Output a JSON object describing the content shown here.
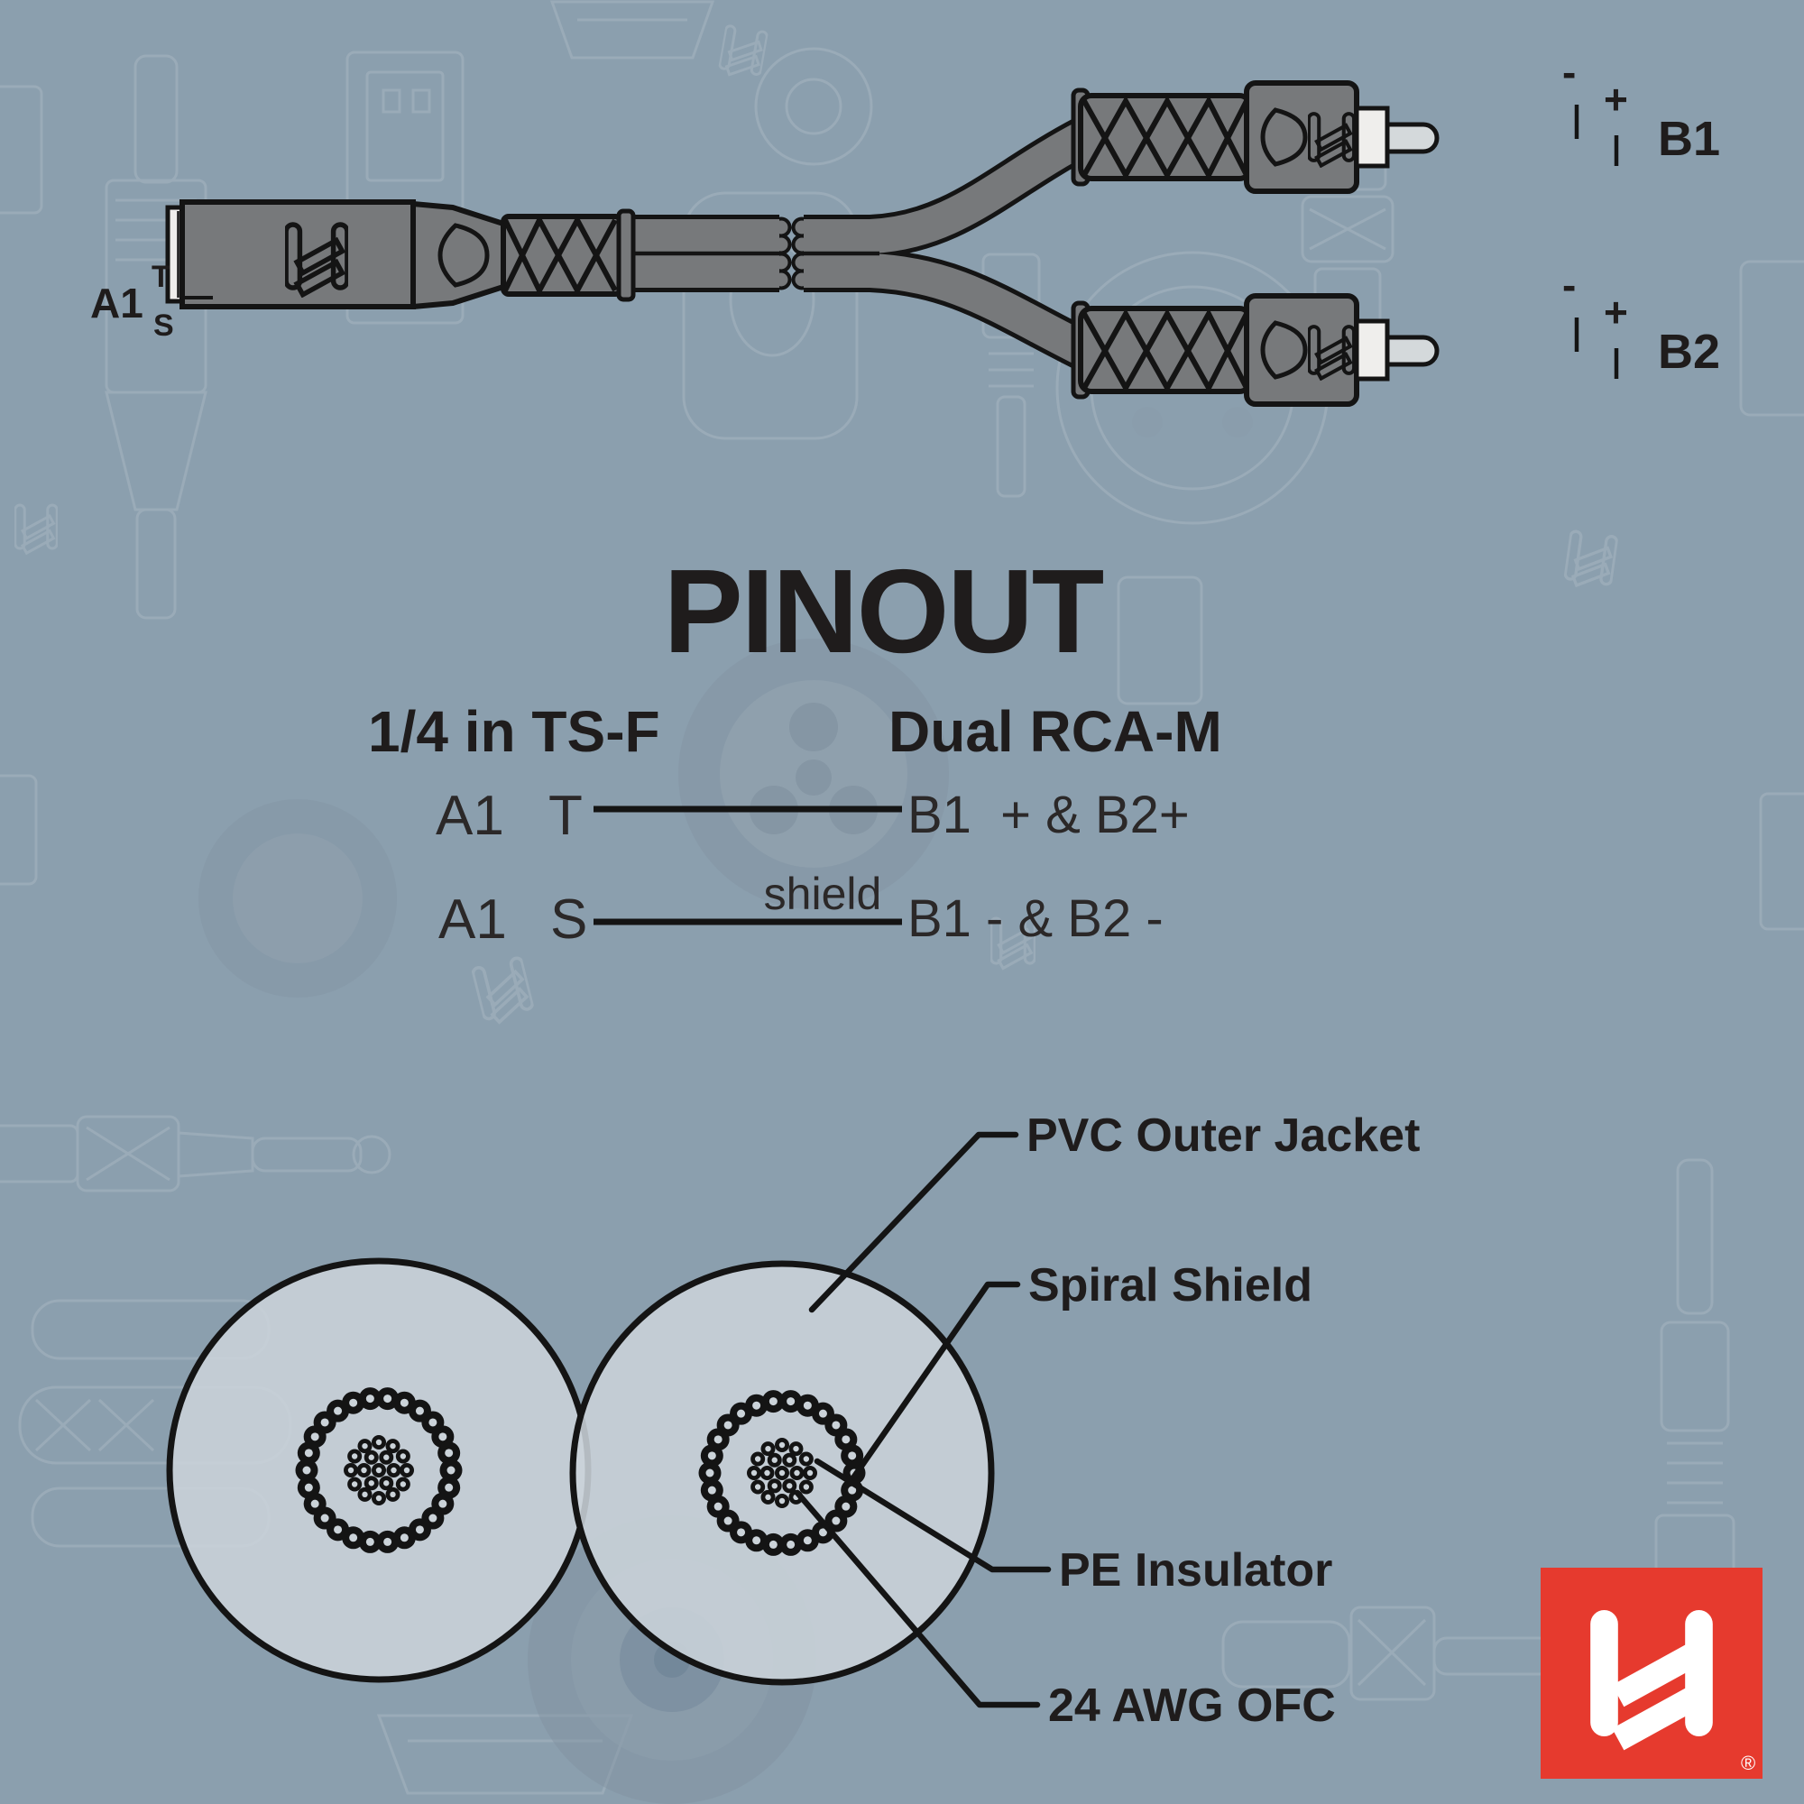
{
  "colors": {
    "background": "#8b9fae",
    "ink": "#141414",
    "text_dark": "#1f1c1c",
    "metal_gray": "#77797b",
    "circle_fill": "#cbd3d9",
    "collar_white": "#efeeec",
    "pin_gray": "#d4d9db",
    "brand_red": "#e63a2e",
    "art_line": "#a9b8c2"
  },
  "cable": {
    "a_label": "A1",
    "a_tip": "T",
    "a_sleeve": "S",
    "b1_label": "B1",
    "b2_label": "B2",
    "minus": "-",
    "plus": "+"
  },
  "pinout": {
    "title": "PINOUT",
    "left_header": "1/4 in TS-F",
    "right_header": "Dual RCA-M",
    "rows": [
      {
        "id": "A1",
        "pin": "T",
        "wire": "",
        "right": "B1  + & B2+"
      },
      {
        "id": "A1",
        "pin": "S",
        "wire": "shield",
        "right": "B1 - & B2 -"
      }
    ]
  },
  "cross_section": {
    "pvc_label": "PVC Outer Jacket",
    "spiral_label": "Spiral Shield",
    "pe_label": "PE Insulator",
    "awg_label": "24 AWG OFC"
  },
  "logo": {
    "registered": "®"
  }
}
